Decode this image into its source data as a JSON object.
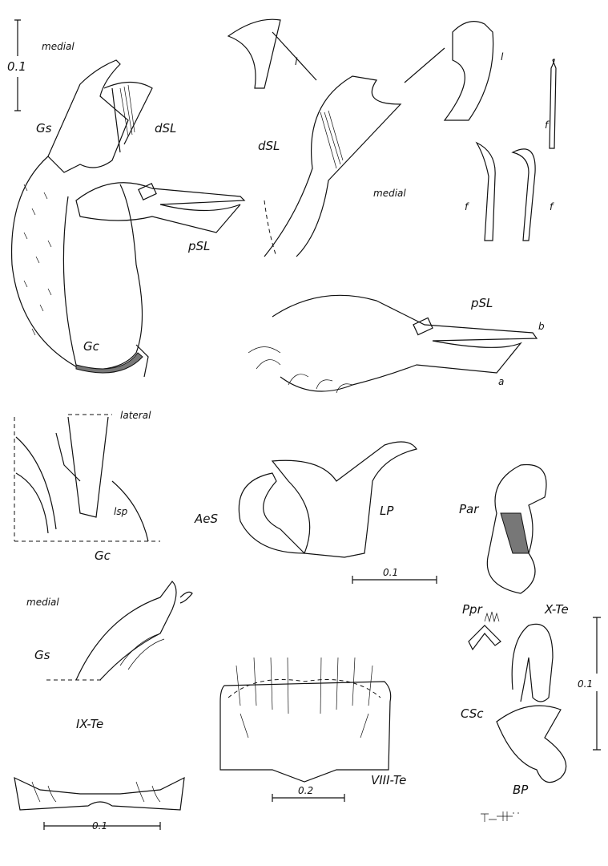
{
  "figure": {
    "panel_medial_main": {
      "view": "medial",
      "scale": "0.1",
      "labels": {
        "gs": "Gs",
        "dsl": "dSL",
        "psl": "pSL",
        "gc": "Gc"
      }
    },
    "panel_dsl_detail": {
      "labels": {
        "dsl": "dSL",
        "view": "medial",
        "l1": "l",
        "l2": "l",
        "f1": "f",
        "f2": "f",
        "f3": "f"
      }
    },
    "panel_psl_detail": {
      "labels": {
        "psl": "pSL",
        "a": "a",
        "b": "b"
      }
    },
    "panel_lateral": {
      "view": "lateral",
      "labels": {
        "lsp": "lsp",
        "gc": "Gc"
      }
    },
    "panel_aedeagus": {
      "labels": {
        "aes": "AeS",
        "lp": "LP",
        "par": "Par"
      },
      "scale": "0.1"
    },
    "panel_gonostylus": {
      "view": "medial",
      "labels": {
        "gs": "Gs"
      }
    },
    "panel_ix_te": {
      "label": "IX-Te",
      "scale": "0.1"
    },
    "panel_viii_te": {
      "label": "VIII-Te",
      "scale": "0.2"
    },
    "panel_x_te": {
      "labels": {
        "ppr": "Ppr",
        "xte": "X-Te",
        "csc": "CSc",
        "bp": "BP"
      },
      "scale": "0.1"
    },
    "signature": "F.-H."
  }
}
